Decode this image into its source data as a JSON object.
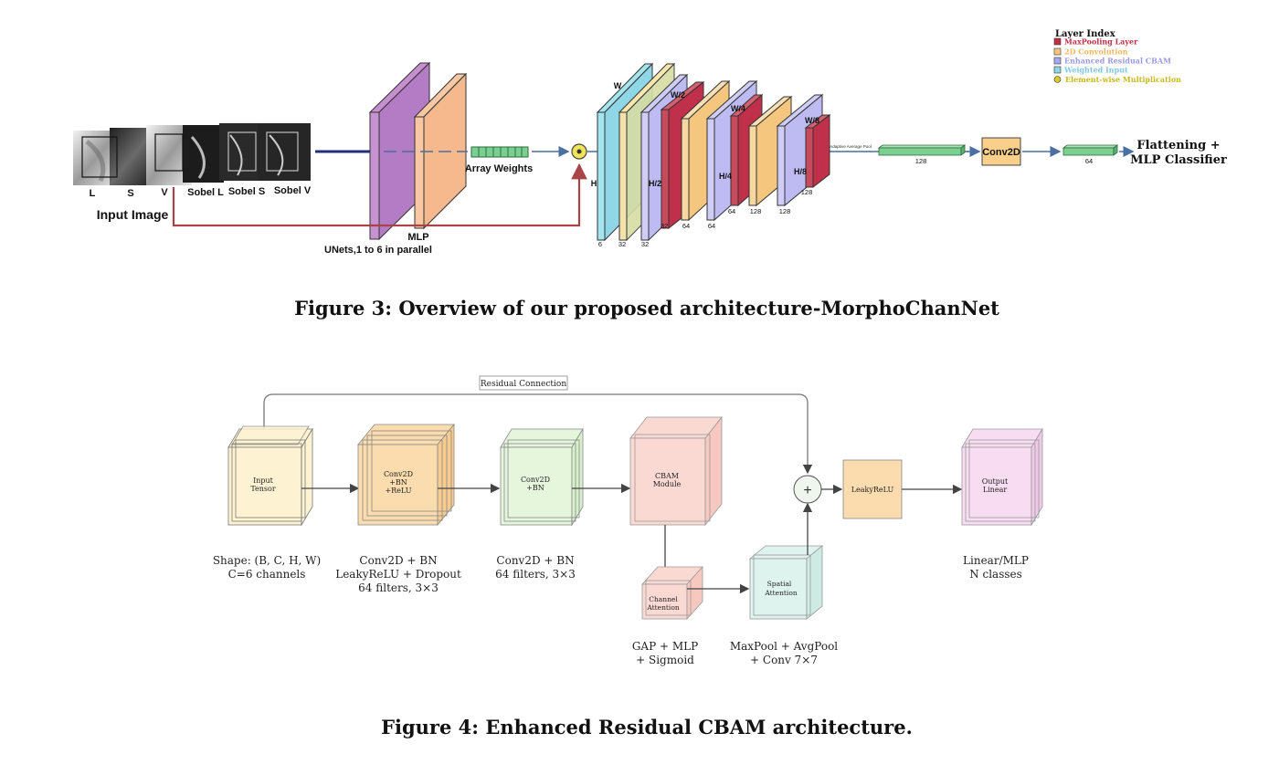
{
  "figure3": {
    "caption": "Figure 3: Overview of our proposed architecture-MorphoChanNet",
    "input_thumbs": [
      "L",
      "S",
      "V",
      "Sobel L",
      "Sobel S",
      "Sobel V"
    ],
    "input_label": "Input Image",
    "mlp_label": "MLP",
    "unets_label": "UNets,1 to 6 in parallel",
    "array_weights_label": "Array Weights",
    "dim_labels": {
      "w": "W",
      "h": "H",
      "w2": "W/2",
      "h2": "H/2",
      "w4": "W/4",
      "h4": "H/4",
      "w8": "W/8",
      "h8": "H/8"
    },
    "channel_labels": [
      "6",
      "32",
      "32",
      "32",
      "64",
      "64",
      "64",
      "128",
      "128",
      "128"
    ],
    "pool_label": "Adaptive Average Pool",
    "fc1_label": "128",
    "fc2_label": "64",
    "conv_label": "Conv2D",
    "output_label_line1": "Flattening +",
    "output_label_line2": "MLP Classifier",
    "legend": {
      "title": "Layer Index",
      "items": [
        {
          "label": "MaxPooling Layer",
          "color": "#c0304a"
        },
        {
          "label": "2D Convolution",
          "color": "#f5c77e"
        },
        {
          "label": "Enhanced Residual CBAM",
          "color": "#a9a8f0"
        },
        {
          "label": "Weighted Input",
          "color": "#8fd6e6"
        },
        {
          "label": "Element-wise Multiplication",
          "color": "#d8c82a"
        }
      ]
    }
  },
  "figure4": {
    "caption": "Figure 4: Enhanced Residual CBAM architecture.",
    "residual_label": "Residual Connection",
    "blocks": {
      "input": {
        "line1": "Input",
        "line2": "Tensor",
        "color": "#fdf3d3"
      },
      "conv1": {
        "line1": "Conv2D",
        "line2": "+BN",
        "line3": "+ReLU",
        "color": "#fbdcae"
      },
      "conv2": {
        "line1": "Conv2D",
        "line2": "+BN",
        "color": "#e6f6dd"
      },
      "cbam": {
        "line1": "CBAM",
        "line2": "Module",
        "color": "#fbd9d3"
      },
      "channel": {
        "line1": "Channel",
        "line2": "Attention",
        "color": "#fbd9d3"
      },
      "spatial": {
        "line1": "Spatial",
        "line2": "Attention",
        "color": "#dff3ee"
      },
      "leaky": {
        "line1": "LeakyReLU",
        "color": "#fbdcae"
      },
      "output": {
        "line1": "Output",
        "line2": "Linear",
        "color": "#f7dcf2"
      }
    },
    "plus_symbol": "+",
    "descriptions": {
      "input": [
        "Shape: (B, C, H, W)",
        "C=6 channels"
      ],
      "conv1": [
        "Conv2D + BN",
        "LeakyReLU + Dropout",
        "64 filters, 3×3"
      ],
      "conv2": [
        "Conv2D + BN",
        "64 filters, 3×3"
      ],
      "output": [
        "Linear/MLP",
        "N classes"
      ],
      "channel": [
        "GAP + MLP",
        "+ Sigmoid"
      ],
      "spatial": [
        "MaxPool + AvgPool",
        "+ Conv 7×7"
      ]
    }
  }
}
